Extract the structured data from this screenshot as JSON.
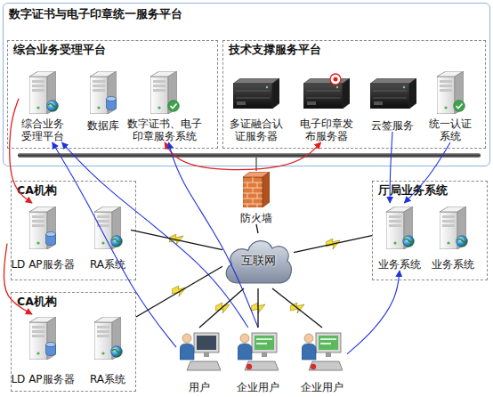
{
  "diagram": {
    "nodes": [
      {
        "text": [
          "数字证书与电子印章统一服务平台"
        ]
      },
      {
        "text": [
          "综合业务受理平台"
        ],
        "in": 0
      },
      {
        "text": [
          "综合业务受理平台"
        ],
        "in": 1
      },
      {
        "text": [
          "数据库"
        ],
        "in": 1
      },
      {
        "text": [
          "数字证书、电子印章服务系统"
        ],
        "in": 1
      },
      {
        "text": [
          "技术支撑服务平台"
        ],
        "in": 0
      },
      {
        "text": [
          "多证融合认证服务器"
        ],
        "in": 5
      },
      {
        "text": [
          "电子印章发布服务器"
        ],
        "in": 5
      },
      {
        "text": [
          "云签服务"
        ],
        "in": 5
      },
      {
        "text": [
          "统一认证系统"
        ],
        "in": 5
      },
      {
        "text": [
          "CA机构"
        ]
      },
      {
        "text": [
          "LD AP服务器"
        ],
        "in": 10
      },
      {
        "text": [
          "RA系统"
        ],
        "in": 10
      },
      {
        "text": [
          "防火墙"
        ]
      },
      {
        "text": [
          "厅局业务系统"
        ]
      },
      {
        "text": [
          "业务系统"
        ],
        "in": 14
      },
      {
        "text": [
          "业务系统"
        ],
        "in": 14
      },
      {
        "text": [
          "互联网"
        ]
      },
      {
        "text": [
          "CA机构"
        ]
      },
      {
        "text": [
          "LD AP服务器"
        ],
        "in": 18
      },
      {
        "text": [
          "RA系统"
        ],
        "in": 18
      },
      {
        "text": [
          "用户"
        ]
      },
      {
        "text": [
          "企业用户"
        ]
      },
      {
        "text": [
          "企业用户"
        ]
      }
    ],
    "edges": [
      {
        "from": 4,
        "to": 7,
        "arrow": "both"
      },
      {
        "from": 2,
        "to": 11,
        "arrow": "to"
      },
      {
        "from": 11,
        "to": 19,
        "arrow": "to"
      },
      {
        "from": 21,
        "to": 2,
        "arrow": "to"
      },
      {
        "from": 22,
        "to": 2,
        "arrow": "to"
      },
      {
        "from": 22,
        "to": 4,
        "arrow": "to"
      },
      {
        "from": 8,
        "to": 15,
        "arrow": "to"
      },
      {
        "from": 9,
        "to": 15,
        "arrow": "to"
      },
      {
        "from": 23,
        "to": 15,
        "arrow": "to"
      },
      {
        "from": 13,
        "to": 17,
        "arrow": "none"
      },
      {
        "from": 17,
        "to": 12,
        "arrow": "none"
      },
      {
        "from": 17,
        "to": 18,
        "arrow": "none"
      },
      {
        "from": 17,
        "to": 14,
        "arrow": "none"
      },
      {
        "from": 17,
        "to": 21,
        "arrow": "none"
      },
      {
        "from": 17,
        "to": 22,
        "arrow": "none"
      },
      {
        "from": 17,
        "to": 23,
        "arrow": "none"
      }
    ]
  }
}
